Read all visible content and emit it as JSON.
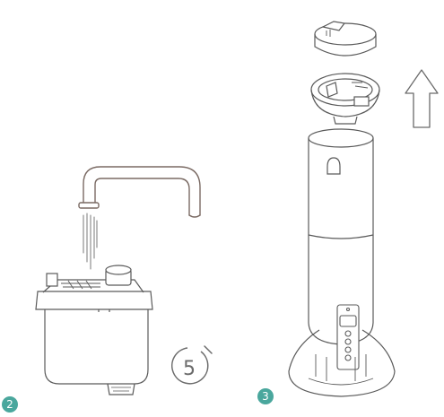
{
  "steps": [
    {
      "number": "2",
      "caption": ""
    },
    {
      "number": "3",
      "caption": ""
    }
  ],
  "timer": {
    "value": "5",
    "unit_hint": "timer-icon"
  },
  "colors": {
    "badge": "#4aa79d",
    "line": "#6b6b6b",
    "faucet": "#7a6a63",
    "background": "#ffffff"
  },
  "illustrations": {
    "left": [
      "faucet-icon",
      "water-stream",
      "filter-cartridge"
    ],
    "right": [
      "top-cap",
      "cap-assembly",
      "up-arrow-icon",
      "humidifier-tower",
      "control-panel",
      "base"
    ]
  },
  "control_panel": {
    "buttons": 5
  }
}
